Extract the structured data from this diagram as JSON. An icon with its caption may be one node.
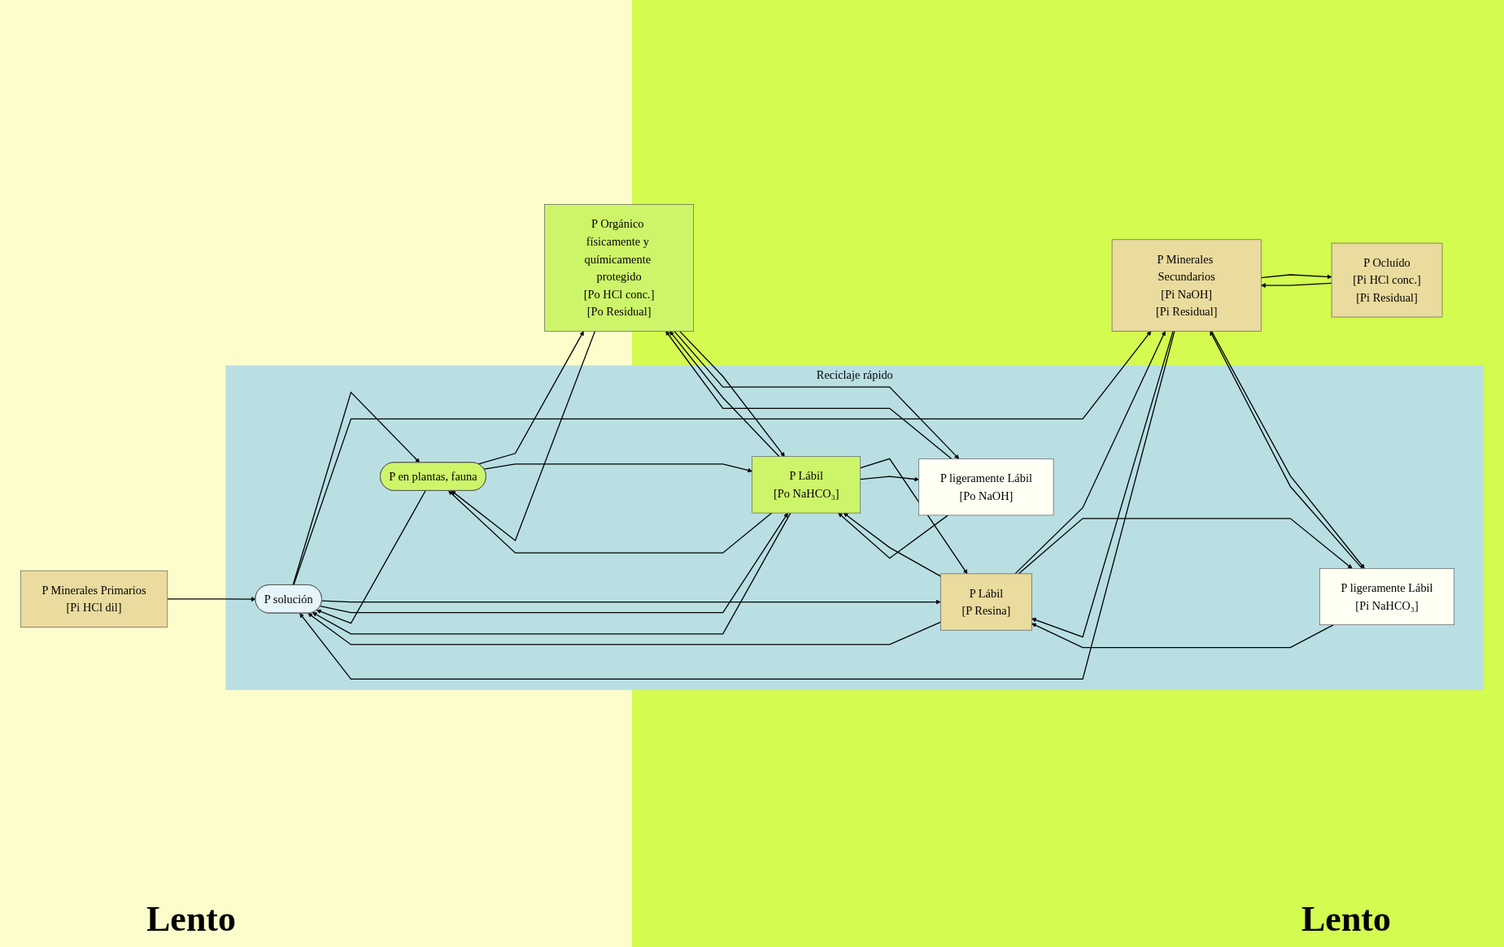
{
  "diagram": {
    "nodes": [
      {
        "text": [
          "Reciclaje rápido"
        ]
      },
      {
        "text": [
          "P Minerales Primarios",
          "[Pi HCl dil]"
        ]
      },
      {
        "text": [
          "P solución"
        ],
        "in": 0
      },
      {
        "text": [
          "P en plantas, fauna"
        ],
        "in": 0
      },
      {
        "text": [
          "P Minerales Secundarios",
          "[Pi NaOH]",
          "[Pi Residual]"
        ]
      },
      {
        "text": [
          "P Lábil",
          "[P Resina]"
        ],
        "in": 0
      },
      {
        "text": [
          "P Lábil",
          "[Po NaHCO₃]"
        ],
        "in": 0
      },
      {
        "text": [
          "P Orgánico físicamente y químicamente protegido",
          "[Po HCl conc.]",
          "[Po Residual]"
        ]
      },
      {
        "text": [
          "P Ocluído",
          "[Pi HCl conc.]",
          "[Pi Residual]"
        ]
      },
      {
        "text": [
          "P ligeramente Lábil",
          "[Pi NaHCO₃]"
        ],
        "in": 0
      },
      {
        "text": [
          "P ligeramente Lábil",
          "[Po NaOH]"
        ],
        "in": 0
      }
    ],
    "edges": [
      {
        "from": 1,
        "to": 2,
        "arrow": "to"
      },
      {
        "from": 2,
        "to": 3,
        "arrow": "to"
      },
      {
        "from": 3,
        "to": 2,
        "arrow": "to"
      },
      {
        "from": 7,
        "to": 3,
        "arrow": "to"
      },
      {
        "from": 3,
        "to": 7,
        "arrow": "to"
      },
      {
        "from": 4,
        "to": 2,
        "arrow": "to"
      },
      {
        "from": 2,
        "to": 4,
        "arrow": "to"
      },
      {
        "from": 5,
        "to": 2,
        "arrow": "to"
      },
      {
        "from": 2,
        "to": 5,
        "arrow": "to"
      },
      {
        "from": 2,
        "to": 6,
        "arrow": "to"
      },
      {
        "from": 6,
        "to": 2,
        "arrow": "to"
      },
      {
        "from": 6,
        "to": 3,
        "arrow": "to"
      },
      {
        "from": 3,
        "to": 6,
        "arrow": "to"
      },
      {
        "from": 4,
        "to": 5,
        "arrow": "to"
      },
      {
        "from": 5,
        "to": 4,
        "arrow": "to"
      },
      {
        "from": 5,
        "to": 6,
        "arrow": "to"
      },
      {
        "from": 6,
        "to": 5,
        "arrow": "to"
      },
      {
        "from": 6,
        "to": 7,
        "arrow": "to"
      },
      {
        "from": 7,
        "to": 6,
        "arrow": "to"
      },
      {
        "from": 8,
        "to": 4,
        "arrow": "to"
      },
      {
        "from": 4,
        "to": 8,
        "arrow": "to"
      },
      {
        "from": 9,
        "to": 4,
        "arrow": "to"
      },
      {
        "from": 4,
        "to": 9,
        "arrow": "to"
      },
      {
        "from": 9,
        "to": 5,
        "arrow": "to"
      },
      {
        "from": 5,
        "to": 9,
        "arrow": "to"
      },
      {
        "from": 10,
        "to": 6,
        "arrow": "to"
      },
      {
        "from": 6,
        "to": 10,
        "arrow": "to"
      },
      {
        "from": 10,
        "to": 7,
        "arrow": "to"
      },
      {
        "from": 7,
        "to": 10,
        "arrow": "to"
      }
    ],
    "labels": [
      "Lento",
      "Lento"
    ]
  }
}
